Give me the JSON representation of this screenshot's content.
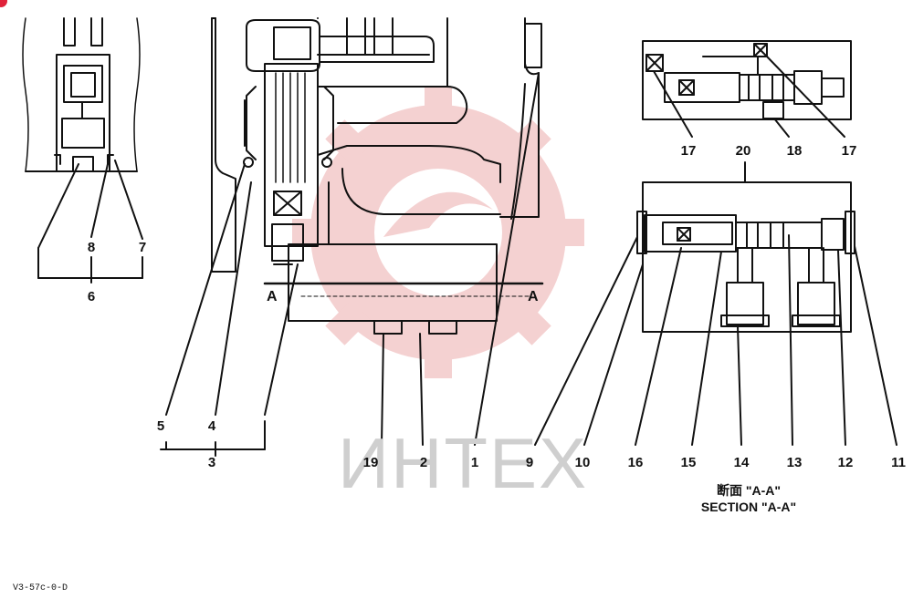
{
  "colors": {
    "watermark_gear": "#f3c9c9",
    "watermark_text": "#cfcfcf",
    "line": "#111111",
    "corner_mark": "#e0223a"
  },
  "watermark": {
    "text": "ИНТЕХ"
  },
  "labels": {
    "l1": "1",
    "l2": "2",
    "l3": "3",
    "l4": "4",
    "l5": "5",
    "l6": "6",
    "l7": "7",
    "l8": "8",
    "l9": "9",
    "l10": "10",
    "l11": "11",
    "l12": "12",
    "l13": "13",
    "l14": "14",
    "l15": "15",
    "l16": "16",
    "l17a": "17",
    "l17b": "17",
    "l18": "18",
    "l19": "19",
    "l20": "20"
  },
  "section": {
    "left_marker": "A",
    "right_marker": "A"
  },
  "caption": {
    "line1": "断面 \"A-A\"",
    "line2": "SECTION \"A-A\""
  },
  "footer": {
    "code": "V3-57c-0-D"
  }
}
